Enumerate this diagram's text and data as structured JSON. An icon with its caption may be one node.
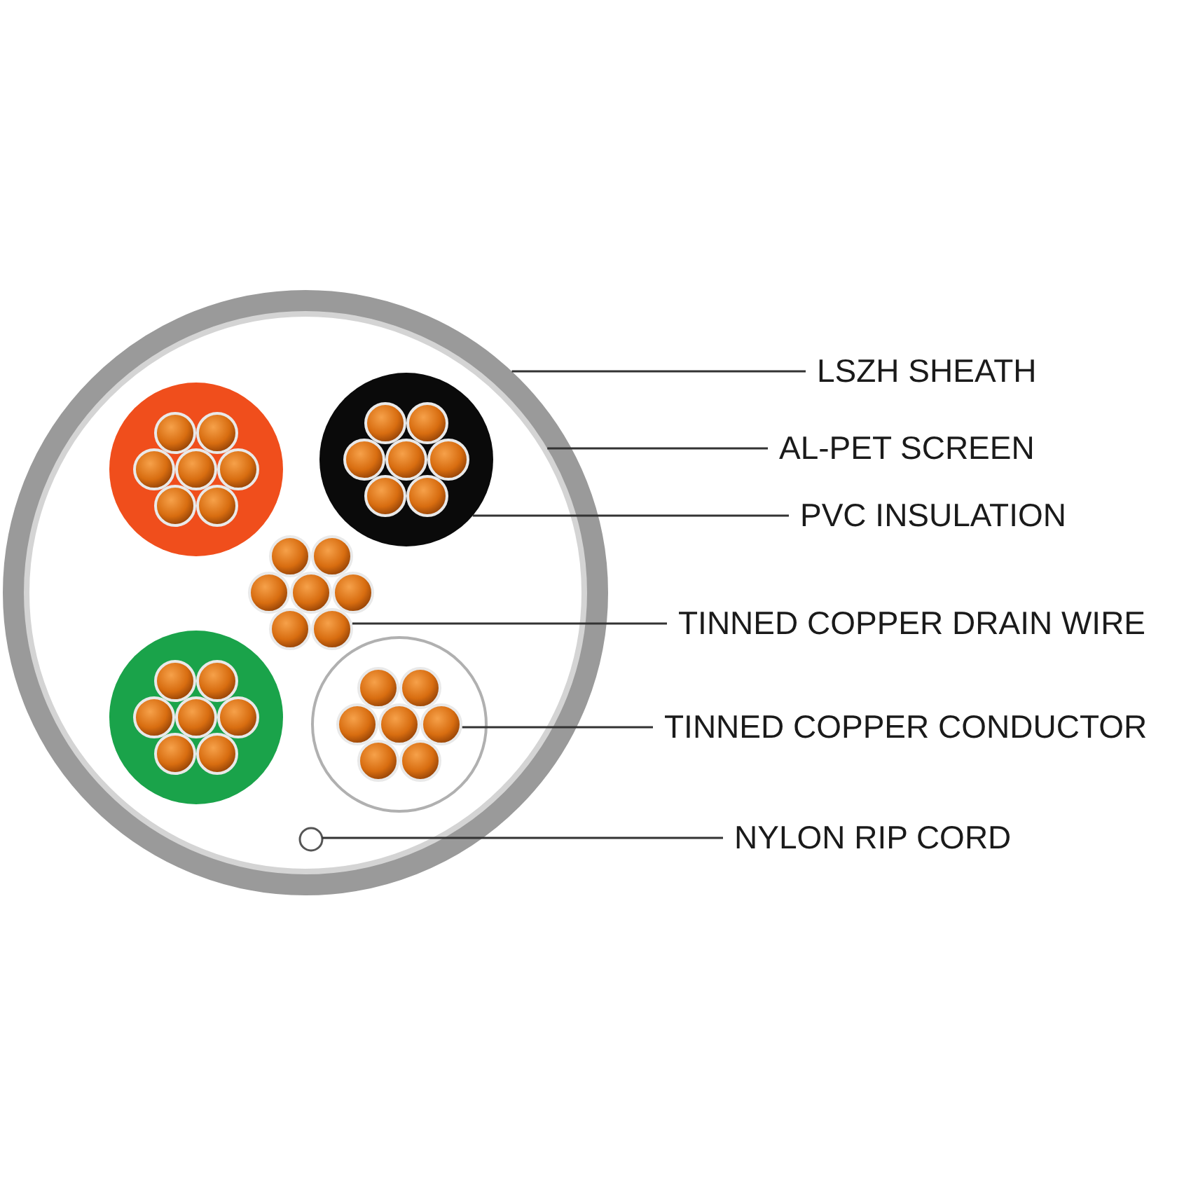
{
  "diagram": {
    "nodes": [
      {
        "text": [
          "LSZH SHEATH"
        ]
      },
      {
        "text": [
          "AL-PET SCREEN"
        ]
      },
      {
        "text": [
          "PVC INSULATION"
        ]
      },
      {
        "text": [
          "TINNED COPPER DRAIN WIRE"
        ]
      },
      {
        "text": [
          "TINNED COPPER CONDUCTOR"
        ]
      },
      {
        "text": [
          "NYLON RIP CORD"
        ]
      },
      {
        "text": [],
        "shape": "circle"
      },
      {
        "text": [],
        "shape": "circle",
        "in": 6
      },
      {
        "text": [],
        "shape": "circle",
        "in": 7
      },
      {
        "text": [],
        "shape": "circle",
        "in": 7
      },
      {
        "text": [],
        "shape": "circle",
        "in": 7
      },
      {
        "text": [],
        "shape": "circle",
        "in": 7
      }
    ],
    "edges": [
      {
        "from": 0,
        "to": 6,
        "arrow": "none"
      },
      {
        "from": 1,
        "to": 7,
        "arrow": "none"
      },
      {
        "from": 2,
        "to": 8,
        "arrow": "none"
      },
      {
        "from": 3,
        "to": 9,
        "arrow": "none"
      },
      {
        "from": 4,
        "to": 10,
        "arrow": "none"
      },
      {
        "from": 5,
        "to": 11,
        "arrow": "none"
      }
    ]
  }
}
